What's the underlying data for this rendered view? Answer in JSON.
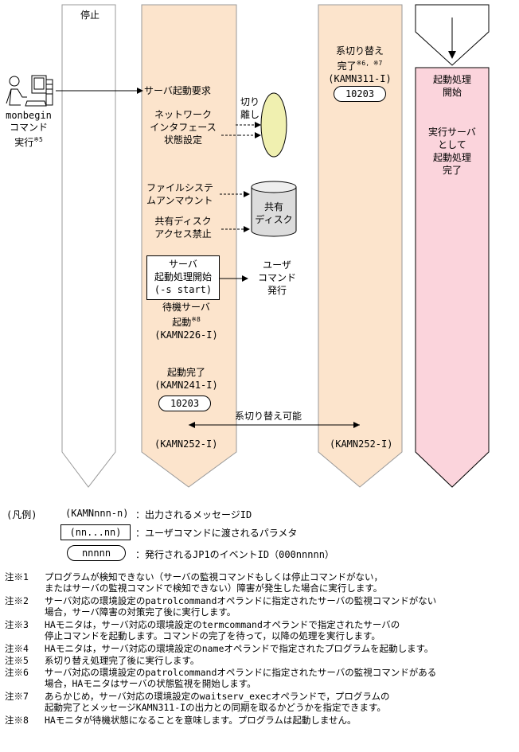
{
  "lanes": {
    "stop_label": "停止",
    "right_col": [
      "起動処理",
      "開始"
    ],
    "right_col_done": [
      "実行サーバ",
      "として",
      "起動処理",
      "完了"
    ]
  },
  "actor": {
    "lines": [
      "monbegin",
      "コマンド",
      "実行"
    ],
    "note_mark": "※5"
  },
  "flow": {
    "server_start_request": "サーバ起動要求",
    "network": [
      "ネットワーク",
      "インタフェース",
      "状態設定"
    ],
    "detach": [
      "切り",
      "離し"
    ],
    "fs_unmount": [
      "ファイルシステ",
      "ムアンマウント"
    ],
    "shared_disk": [
      "共有",
      "ディスク"
    ],
    "shared_disk_block": [
      "共有ディスク",
      "アクセス禁止"
    ],
    "server_start_box": [
      "サーバ",
      "起動処理開始",
      "(-s start)"
    ],
    "user_command": [
      "ユーザ",
      "コマンド",
      "発行"
    ],
    "standby": [
      "待機サーバ",
      "起動",
      "(KAMN226-I)"
    ],
    "standby_mark": "※8",
    "start_done": [
      "起動完了",
      "(KAMN241-I)"
    ],
    "event1": "10203",
    "switch_possible": "系切り替え可能",
    "msg_left": "(KAMN252-I)",
    "msg_right": "(KAMN252-I)",
    "switch_done": [
      "系切り替え",
      "完了"
    ],
    "switch_done_mark": "※6, ※7",
    "switch_done_msg": "(KAMN311-I)",
    "event2": "10203"
  },
  "legend": {
    "title": "(凡例)",
    "msg_sample": "(KAMNnnn-n)",
    "msg_desc": "：出力されるメッセージID",
    "param_sample": "(nn...nn)",
    "param_desc": "：ユーザコマンドに渡されるパラメタ",
    "event_sample": "nnnnn",
    "event_desc": "：発行されるJP1のイベントID（000nnnnn）"
  },
  "notes": [
    {
      "label": "注※1",
      "lines": [
        "プログラムが検知できない（サーバの監視コマンドもしくは停止コマンドがない，",
        "またはサーバの監視コマンドで検知できない）障害が発生した場合に実行します。"
      ]
    },
    {
      "label": "注※2",
      "lines": [
        "サーバ対応の環境設定のpatrolcommandオペランドに指定されたサーバの監視コマンドがない",
        "場合，サーバ障害の対策完了後に実行します。"
      ]
    },
    {
      "label": "注※3",
      "lines": [
        "HAモニタは，サーバ対応の環境設定のtermcommandオペランドで指定されたサーバの",
        "停止コマンドを起動します。コマンドの完了を待って，以降の処理を実行します。"
      ]
    },
    {
      "label": "注※4",
      "lines": [
        "HAモニタは，サーバ対応の環境設定のnameオペランドで指定されたプログラムを起動します。"
      ]
    },
    {
      "label": "注※5",
      "lines": [
        "系切り替え処理完了後に実行します。"
      ]
    },
    {
      "label": "注※6",
      "lines": [
        "サーバ対応の環境設定のpatrolcommandオペランドに指定されたサーバの監視コマンドがある",
        "場合，HAモニタはサーバの状態監視を開始します。"
      ]
    },
    {
      "label": "注※7",
      "lines": [
        "あらかじめ，サーバ対応の環境設定のwaitserv_execオペランドで，プログラムの",
        "起動完了とメッセージKAMN311-Iの出力との同期を取るかどうかを指定できます。"
      ]
    },
    {
      "label": "注※8",
      "lines": [
        "HAモニタが待機状態になることを意味します。プログラムは起動しません。"
      ]
    }
  ]
}
